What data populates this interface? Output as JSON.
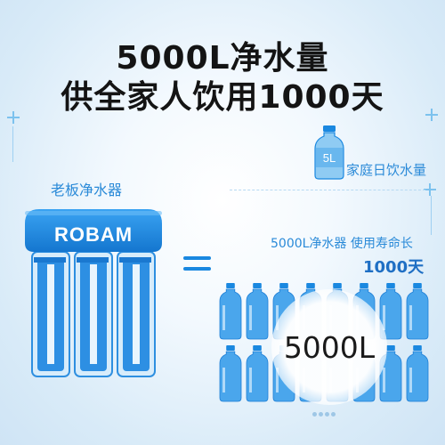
{
  "headline": {
    "line1": "5000L净水量",
    "line2": "供全家人饮用1000天"
  },
  "purifier": {
    "label": "老板净水器",
    "brand": "ROBAM",
    "filter_count": 3
  },
  "equals_sign": "=",
  "daily": {
    "bottle_text": "5L",
    "label": "家庭日饮水量"
  },
  "lifetime": {
    "line1": "5000L净水器 使用寿命长",
    "line2": "1000天",
    "total": "5000L",
    "bottle_rows": 2,
    "bottle_cols": 8
  },
  "colors": {
    "accent": "#1a88e0",
    "label_blue": "#2a8ad8",
    "headline": "#141414"
  },
  "icons": [
    "water-bottle-icon",
    "crosshair-icon",
    "equals-icon"
  ]
}
